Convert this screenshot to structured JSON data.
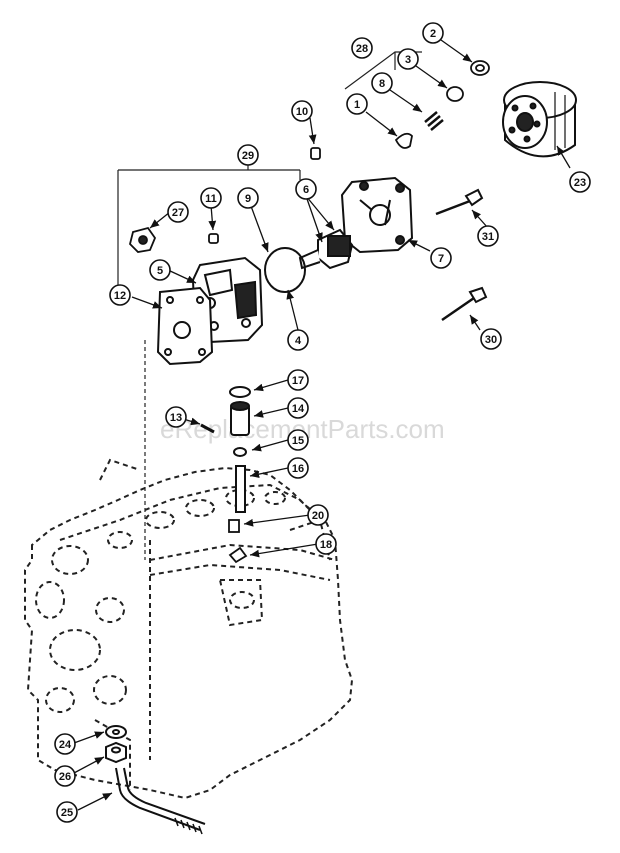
{
  "watermark": "eReplacementParts.com",
  "callouts": [
    {
      "id": "c28",
      "label": "28"
    },
    {
      "id": "c2",
      "label": "2"
    },
    {
      "id": "c3",
      "label": "3"
    },
    {
      "id": "c8",
      "label": "8"
    },
    {
      "id": "c1",
      "label": "1"
    },
    {
      "id": "c10",
      "label": "10"
    },
    {
      "id": "c29",
      "label": "29"
    },
    {
      "id": "c9",
      "label": "9"
    },
    {
      "id": "c6",
      "label": "6"
    },
    {
      "id": "c11",
      "label": "11"
    },
    {
      "id": "c27",
      "label": "27"
    },
    {
      "id": "c5",
      "label": "5"
    },
    {
      "id": "c12",
      "label": "12"
    },
    {
      "id": "c4",
      "label": "4"
    },
    {
      "id": "c7",
      "label": "7"
    },
    {
      "id": "c23",
      "label": "23"
    },
    {
      "id": "c31",
      "label": "31"
    },
    {
      "id": "c30",
      "label": "30"
    },
    {
      "id": "c17",
      "label": "17"
    },
    {
      "id": "c14",
      "label": "14"
    },
    {
      "id": "c13",
      "label": "13"
    },
    {
      "id": "c15",
      "label": "15"
    },
    {
      "id": "c16",
      "label": "16"
    },
    {
      "id": "c20",
      "label": "20"
    },
    {
      "id": "c18",
      "label": "18"
    },
    {
      "id": "c24",
      "label": "24"
    },
    {
      "id": "c26",
      "label": "26"
    },
    {
      "id": "c25",
      "label": "25"
    }
  ]
}
